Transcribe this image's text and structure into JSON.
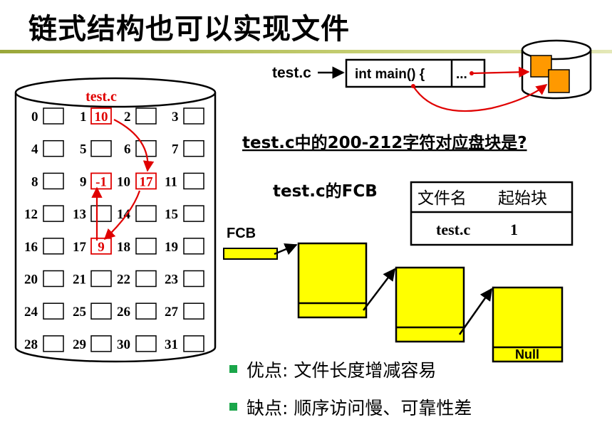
{
  "title": "链式结构也可以实现文件",
  "disk": {
    "file_label": "test.c",
    "blocks": [
      0,
      1,
      2,
      3,
      4,
      5,
      6,
      7,
      8,
      9,
      10,
      11,
      12,
      13,
      14,
      15,
      16,
      17,
      18,
      19,
      20,
      21,
      22,
      23,
      24,
      25,
      26,
      27,
      28,
      29,
      30,
      31
    ],
    "pointers": [
      {
        "block": 1,
        "value": "10"
      },
      {
        "block": 9,
        "value": "-1"
      },
      {
        "block": 10,
        "value": "17"
      },
      {
        "block": 17,
        "value": "9"
      }
    ]
  },
  "file_box": {
    "name": "test.c",
    "content": "int main() {",
    "ellipsis": "..."
  },
  "question": "test.c中的200-212字符对应盘块是?",
  "fcb": {
    "heading": "test.c的FCB",
    "columns": [
      "文件名",
      "起始块"
    ],
    "row": [
      "test.c",
      "1"
    ]
  },
  "chain": {
    "fcb_label": "FCB",
    "null_label": "Null"
  },
  "bullets": [
    "优点: 文件长度增减容易",
    "缺点: 顺序访问慢、可靠性差"
  ],
  "colors": {
    "accent_red": "#e00000",
    "block_yellow": "#ffff00",
    "bullet_green": "#1aa64a",
    "file_orange": "#ff9900"
  }
}
